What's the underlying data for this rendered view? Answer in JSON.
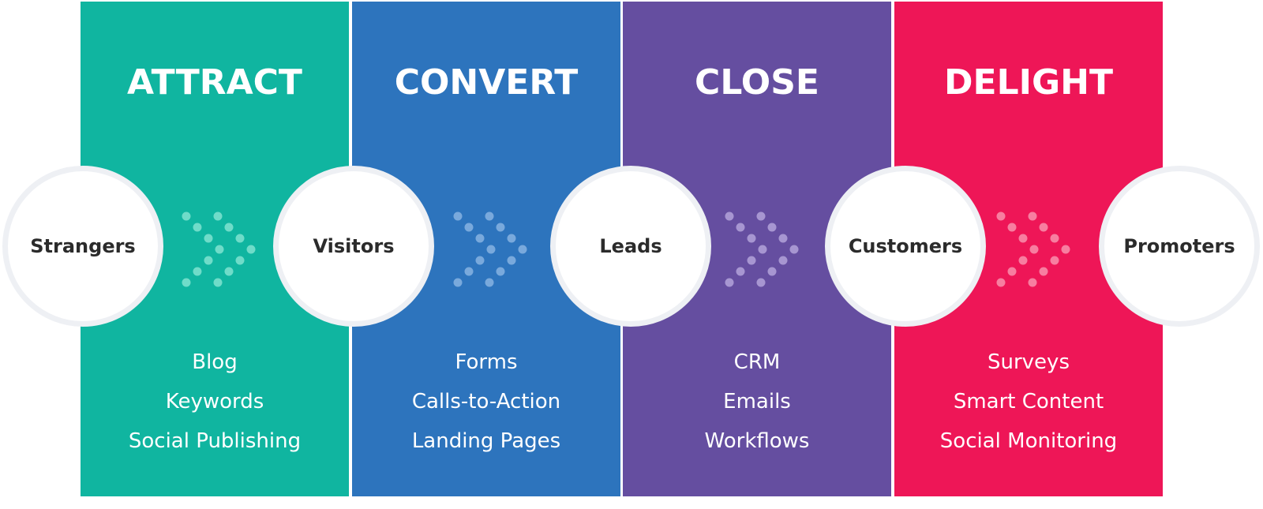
{
  "columns": [
    {
      "title": "ATTRACT",
      "color": "#10b5a0",
      "dot_color": "#6fdcc9",
      "items": [
        "Blog",
        "Keywords",
        "Social Publishing"
      ]
    },
    {
      "title": "CONVERT",
      "color": "#2d74bd",
      "dot_color": "#79a9dc",
      "items": [
        "Forms",
        "Calls-to-Action",
        "Landing Pages"
      ]
    },
    {
      "title": "CLOSE",
      "color": "#654ea0",
      "dot_color": "#a796d1",
      "items": [
        "CRM",
        "Emails",
        "Workflows"
      ]
    },
    {
      "title": "DELIGHT",
      "color": "#ee1657",
      "dot_color": "#f77ea0",
      "items": [
        "Surveys",
        "Smart Content",
        "Social Monitoring"
      ]
    }
  ],
  "stages": [
    "Strangers",
    "Visitors",
    "Leads",
    "Customers",
    "Promoters"
  ],
  "node_border_color": "#eef0f4"
}
